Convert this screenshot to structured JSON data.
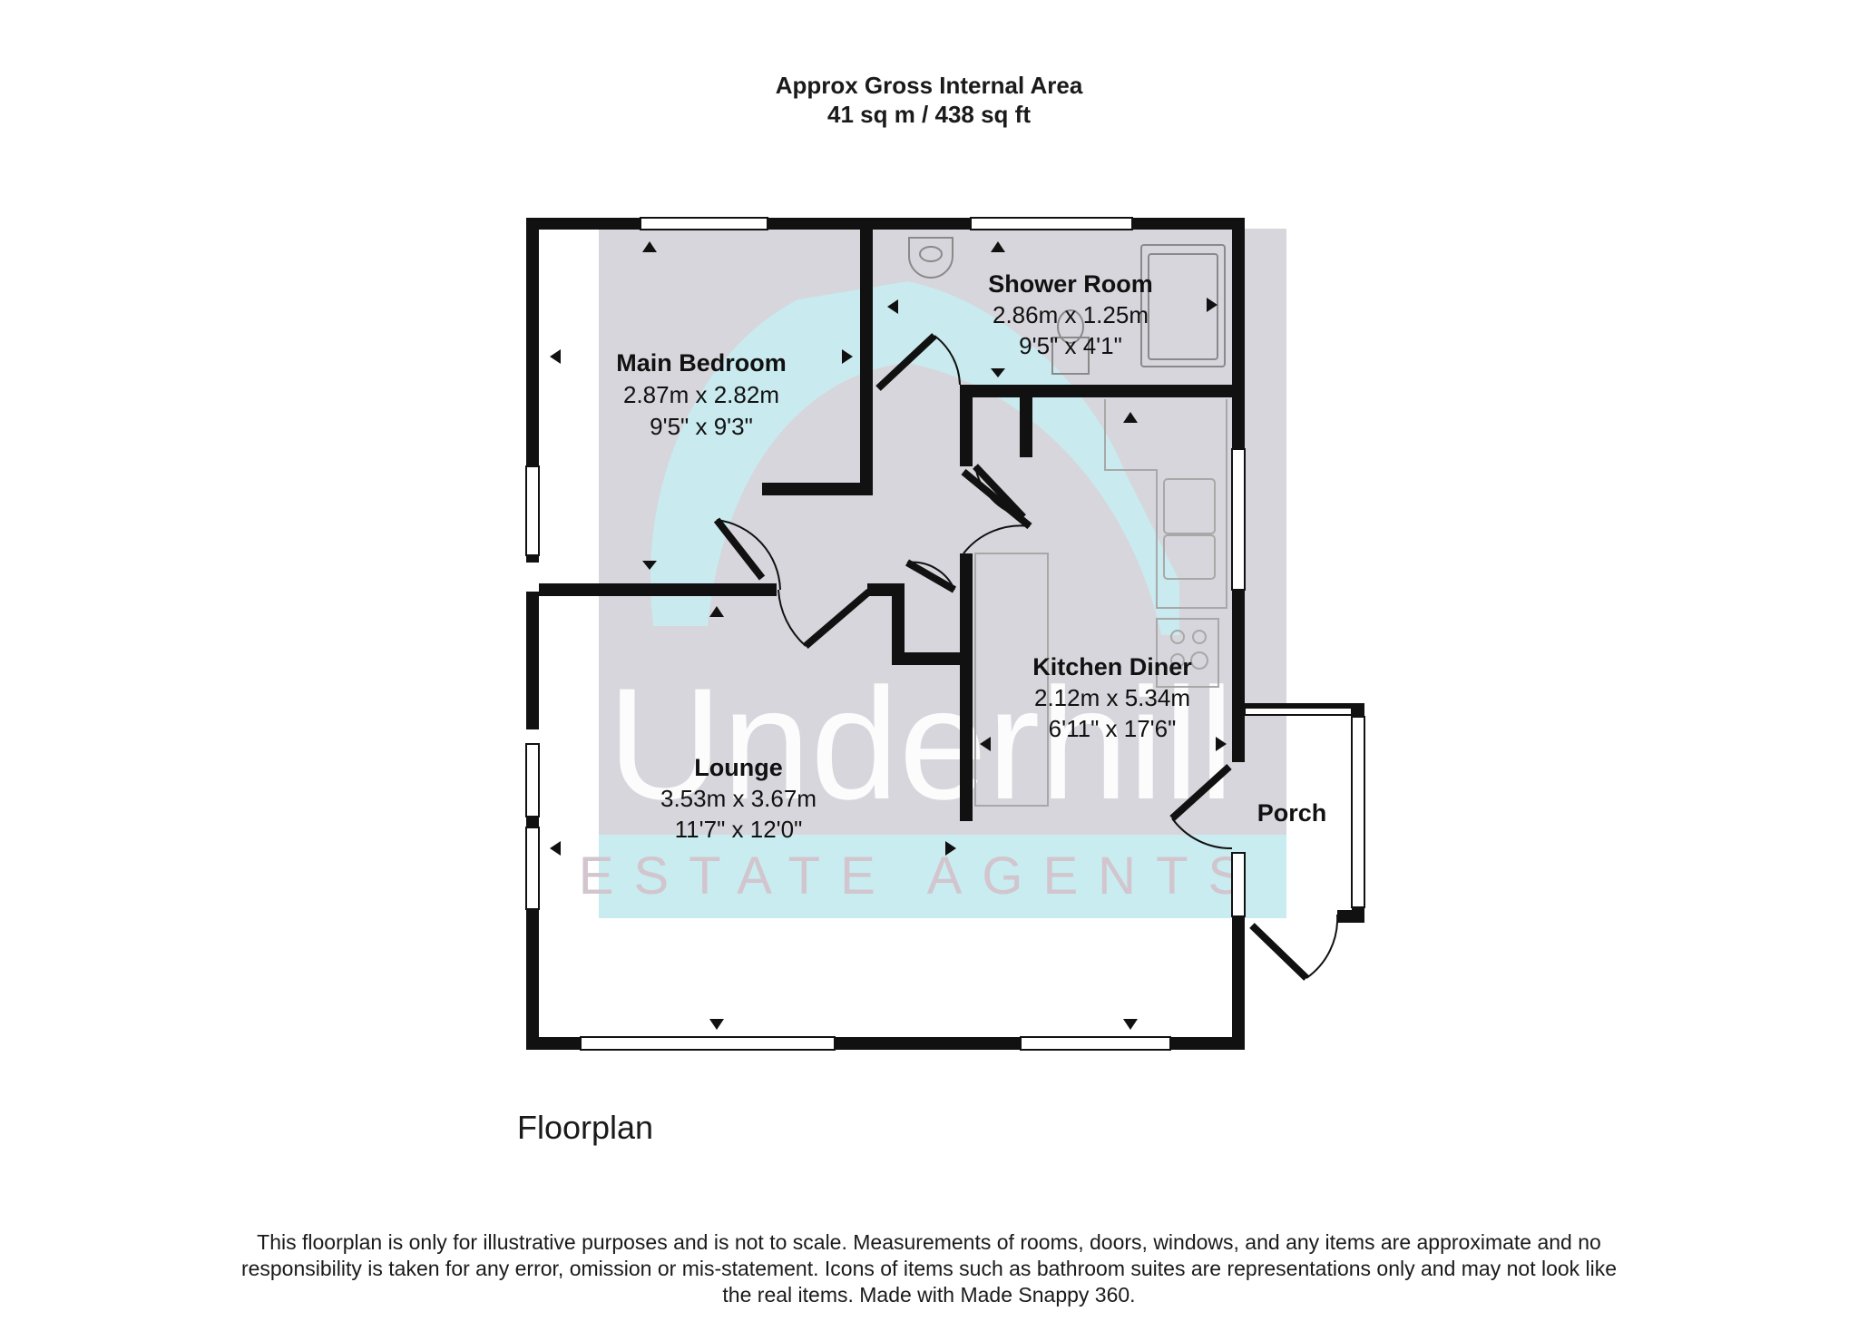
{
  "header": {
    "title": "Approx Gross Internal Area",
    "area": "41 sq m / 438 sq ft"
  },
  "watermark": {
    "brand": "Underhill",
    "tagline": "ESTATE AGENTS"
  },
  "rooms": [
    {
      "name": "Main Bedroom",
      "metric": "2.87m x 2.82m",
      "imperial": "9'5\" x 9'3\""
    },
    {
      "name": "Shower Room",
      "metric": "2.86m x 1.25m",
      "imperial": "9'5\" x 4'1\""
    },
    {
      "name": "Kitchen Diner",
      "metric": "2.12m x 5.34m",
      "imperial": "6'11\" x 17'6\""
    },
    {
      "name": "Lounge",
      "metric": "3.53m x 3.67m",
      "imperial": "11'7\" x 12'0\""
    },
    {
      "name": "Porch"
    }
  ],
  "floor_label": "Floorplan",
  "disclaimer": "This floorplan is only for illustrative purposes and is not to scale. Measurements of rooms, doors, windows, and any items are approximate and no responsibility is taken for any error, omission or mis-statement. Icons of items such as bathroom suites are representations only and may not look like the real items. Made with Made Snappy 360.",
  "colors": {
    "wall": "#111111",
    "floor": "#d6d6dc",
    "watermark_teal": "#c8ecf0",
    "watermark_text": "#ffffff",
    "tagline_text": "#d2c5cd"
  }
}
